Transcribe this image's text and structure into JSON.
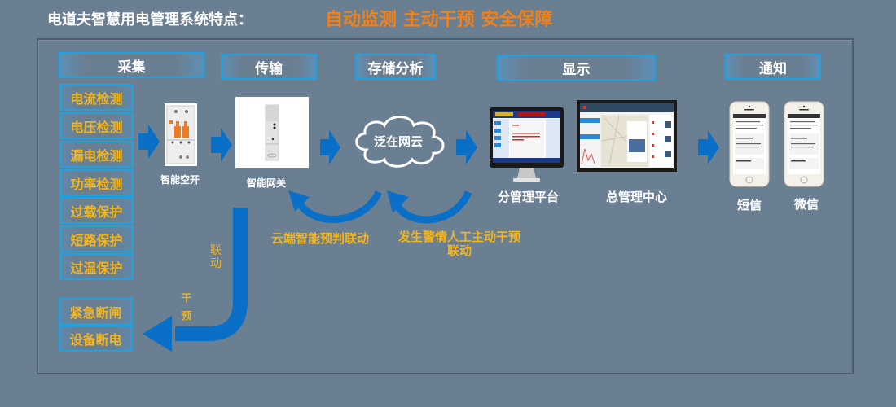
{
  "header": {
    "title": "电道夫智慧用电管理系统特点：",
    "slogan": "自动监测 主动干预 安全保障"
  },
  "stages": [
    {
      "id": "collect",
      "label": "采集"
    },
    {
      "id": "transmit",
      "label": "传输"
    },
    {
      "id": "storage",
      "label": "存储分析"
    },
    {
      "id": "display",
      "label": "显示"
    },
    {
      "id": "notify",
      "label": "通知"
    }
  ],
  "features": [
    "电流检测",
    "电压检测",
    "漏电检测",
    "功率检测",
    "过载保护",
    "短路保护",
    "过温保护"
  ],
  "actions": [
    "紧急断闸",
    "设备断电"
  ],
  "devices": {
    "breaker": "智能空开",
    "gateway": "智能网关",
    "cloud": "泛在网云",
    "sub_platform": "分管理平台",
    "main_center": "总管理中心",
    "sms": "短信",
    "wechat": "微信"
  },
  "notes": {
    "cloud_linkage": "云端智能预判联动",
    "manual_line1": "发生警情人工主动干预",
    "manual_line2": "联动",
    "vertical_linkage": [
      "联",
      "动"
    ],
    "vertical_intervene": [
      "干",
      "预"
    ]
  },
  "colors": {
    "background": "#6b7f93",
    "accent_blue": "#0a6fc7",
    "stage_border": "#1fa3e0",
    "feature_text": "#f2b51b",
    "slogan": "#f08119"
  }
}
